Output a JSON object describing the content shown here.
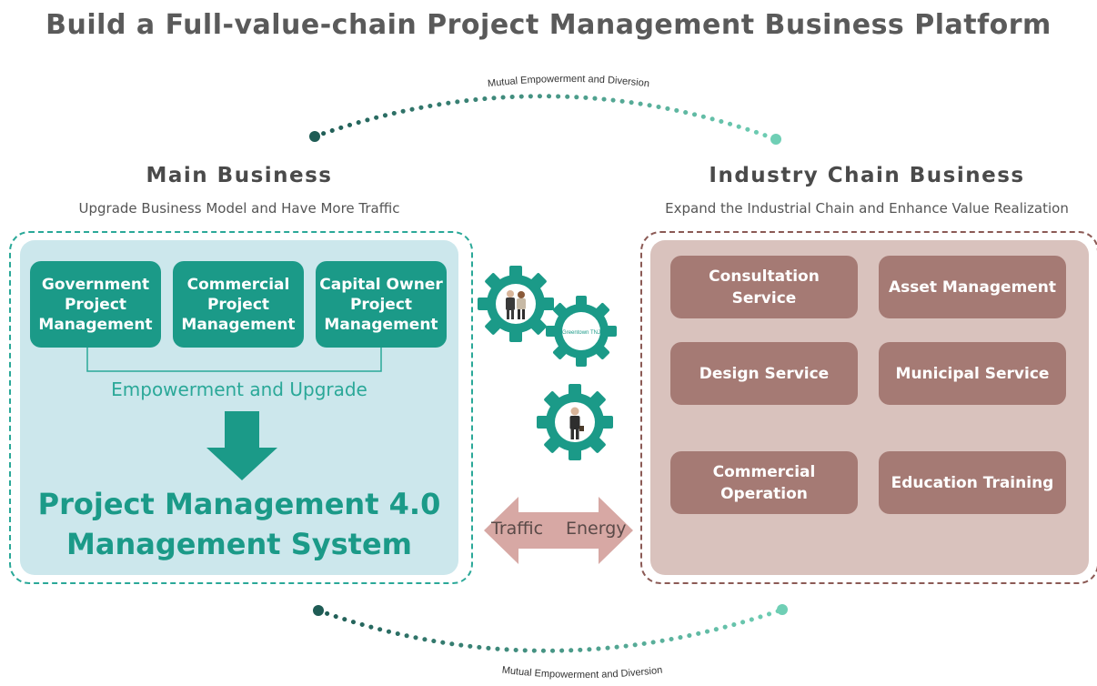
{
  "title": "Build a Full-value-chain Project Management Business Platform",
  "top_arc_label": "Mutual Empowerment and Diversion",
  "bottom_arc_label": "Mutual Empowerment and Diversion",
  "main_business": {
    "title": "Main Business",
    "subtitle": "Upgrade Business Model and Have More Traffic",
    "boxes": [
      {
        "lines": [
          "Government",
          "Project",
          "Management"
        ]
      },
      {
        "lines": [
          "Commercial",
          "Project",
          "Management"
        ]
      },
      {
        "lines": [
          "Capital Owner",
          "Project",
          "Management"
        ]
      }
    ],
    "bracket_label": "Empowerment and Upgrade",
    "result_line1": "Project Management 4.0",
    "result_line2": "Management System"
  },
  "industry_chain": {
    "title": "Industry Chain Business",
    "subtitle": "Expand the Industrial Chain and Enhance Value Realization",
    "boxes": [
      {
        "lines": [
          "Consultation",
          "Service"
        ]
      },
      {
        "lines": [
          "Asset Management"
        ]
      },
      {
        "lines": [
          "Design Service"
        ]
      },
      {
        "lines": [
          "Municipal Service"
        ]
      },
      {
        "lines": [
          "Commercial",
          "Operation"
        ]
      },
      {
        "lines": [
          "Education Training"
        ]
      }
    ]
  },
  "double_arrow": {
    "left_label": "Traffic",
    "right_label": "Energy"
  },
  "gear_logo_text": "Greentown TNJ",
  "colors": {
    "teal": "#1b9a88",
    "teal_light": "#cce7ec",
    "brown_box": "#a57a74",
    "brown_panel": "#d9c2bd",
    "arrow_pink": "#d7a8a4",
    "dot_dark": "#1f5c55",
    "dot_light": "#6fcfb5"
  },
  "icons": [
    "gear-with-people-icon",
    "gear-with-logo-icon",
    "gear-with-businessman-icon",
    "double-arrow-icon",
    "down-arrow-icon"
  ]
}
